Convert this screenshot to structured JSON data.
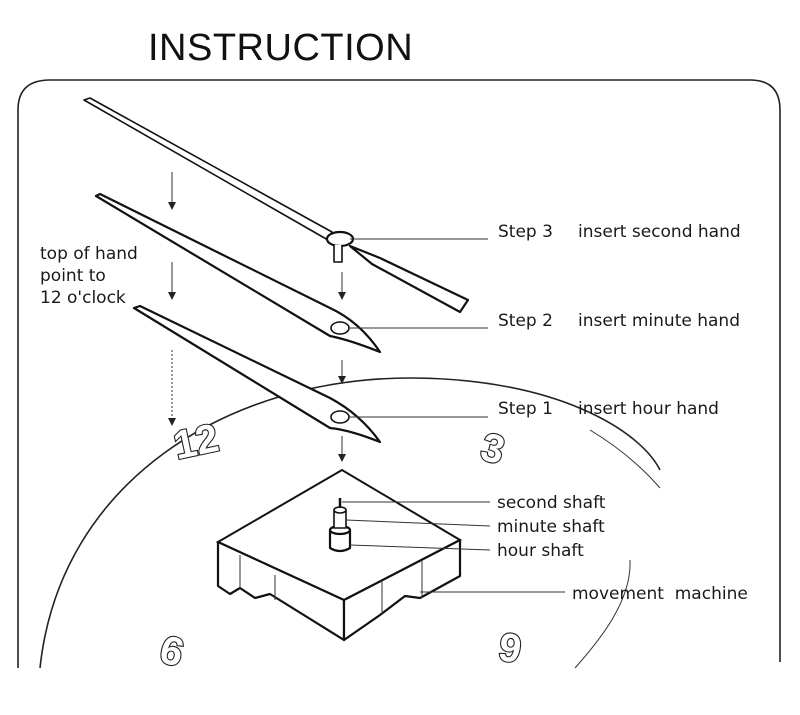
{
  "title": "INSTRUCTION",
  "hand_note": [
    "top of hand",
    "point to",
    "12 o'clock"
  ],
  "steps": [
    {
      "step": "Step 3",
      "text": "insert second hand"
    },
    {
      "step": "Step 2",
      "text": "insert minute hand"
    },
    {
      "step": "Step 1",
      "text": "insert hour hand"
    }
  ],
  "shafts": {
    "second": "second shaft",
    "minute": "minute shaft",
    "hour": "hour shaft"
  },
  "movement": "movement  machine",
  "dial_numbers": {
    "twelve": "12",
    "three": "3",
    "six": "6",
    "nine": "9"
  }
}
